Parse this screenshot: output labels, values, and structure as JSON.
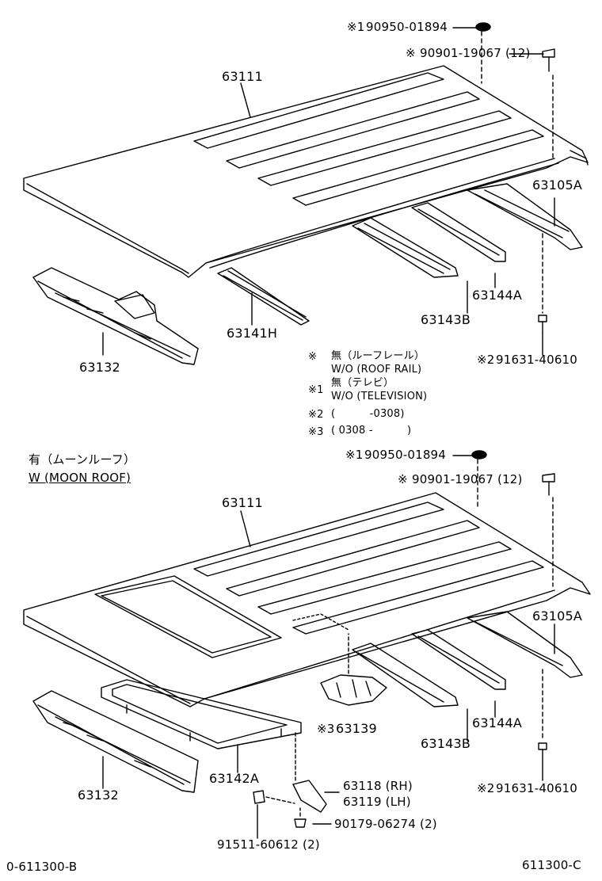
{
  "top": {
    "roof": "63111",
    "plug": {
      "mark": "※1",
      "part": "90950-01894"
    },
    "bolt": {
      "mark": "※",
      "part": "90901-19067 (12)"
    },
    "rear_reinf": "63105A",
    "bow_center": "63144A",
    "bow_front_mid": "63143B",
    "bow_front": "63141H",
    "header": "63132",
    "screw": {
      "mark": "※2",
      "part": "91631-40610"
    }
  },
  "notes": [
    {
      "mark": "※",
      "jp": "無（ルーフレール）",
      "en": "W/O (ROOF RAIL)"
    },
    {
      "mark": "※1",
      "jp": "無（テレビ）",
      "en": "W/O (TELEVISION)"
    },
    {
      "mark": "※2",
      "range": "(          -0308)"
    },
    {
      "mark": "※3",
      "range": "( 0308 -          )"
    }
  ],
  "bottom": {
    "caption_jp": "有（ムーンルーフ）",
    "caption_en": "W (MOON ROOF)",
    "roof": "63111",
    "plug": {
      "mark": "※1",
      "part": "90950-01894"
    },
    "bolt": {
      "mark": "※",
      "part": "90901-19067 (12)"
    },
    "rear_reinf": "63105A",
    "bow_center": "63144A",
    "bow_mid": "63143B",
    "bracket": {
      "mark": "※3",
      "part": "63139"
    },
    "header": "63132",
    "frame": "63142A",
    "holder_rh": "63118 (RH)",
    "holder_lh": "63119 (LH)",
    "clip": "90179-06274 (2)",
    "nut": "91511-60612 (2)",
    "screw": {
      "mark": "※2",
      "part": "91631-40610"
    }
  },
  "footer": {
    "left_code": "0-611300-B",
    "right_code": "611300-C"
  }
}
